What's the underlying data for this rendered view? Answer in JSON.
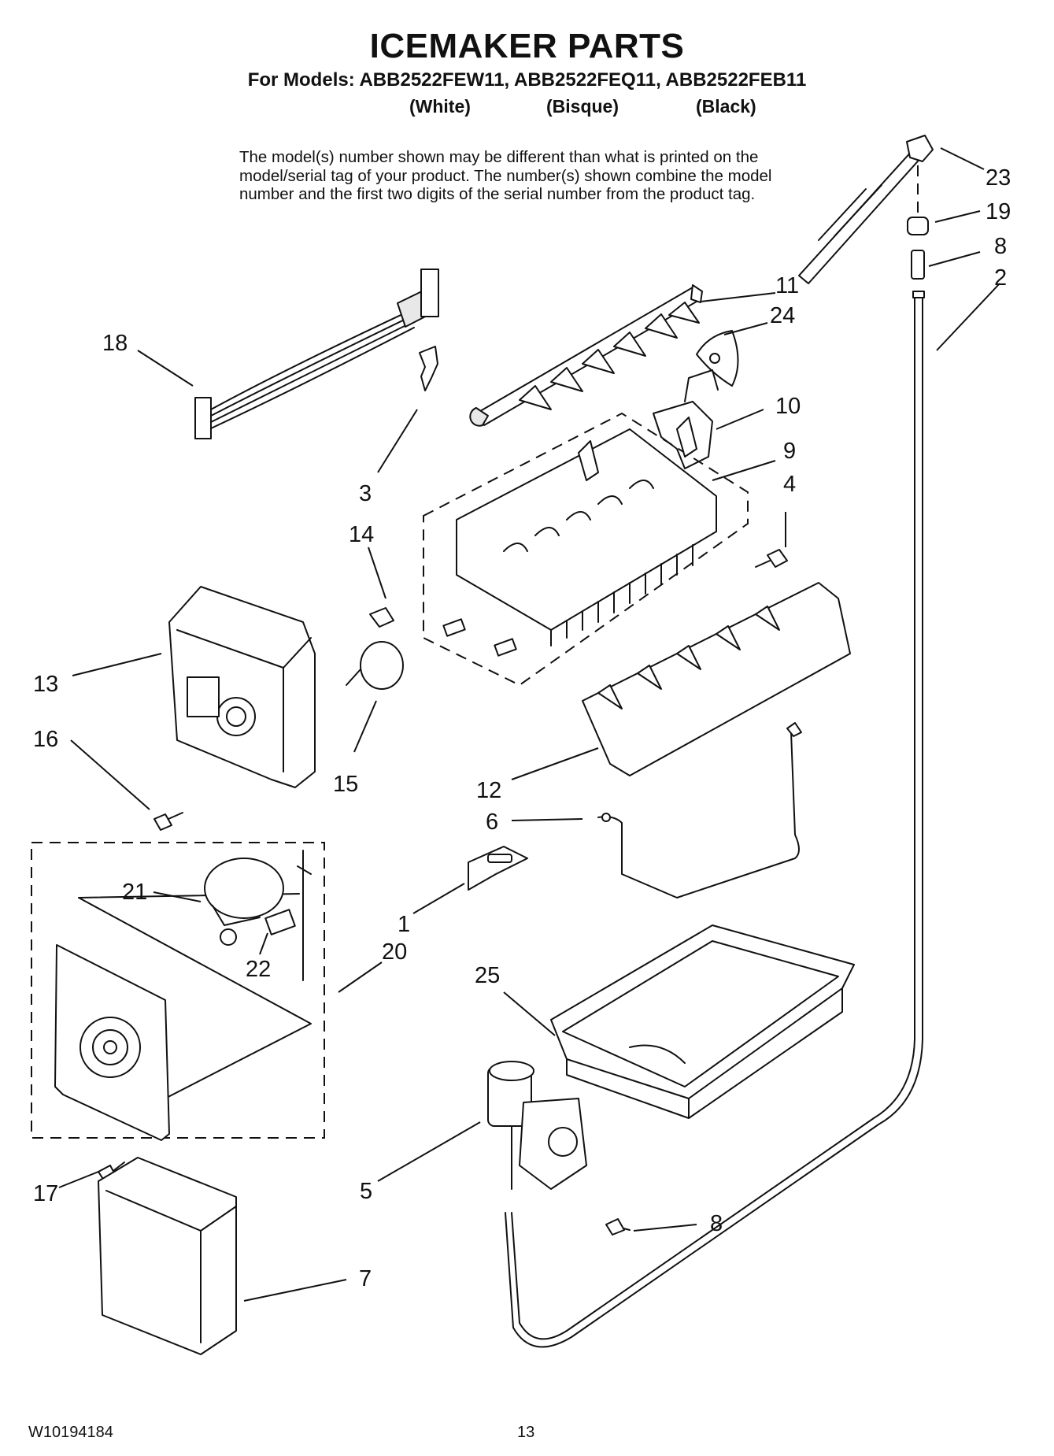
{
  "header": {
    "title": "ICEMAKER PARTS",
    "models": "For Models: ABB2522FEW11, ABB2522FEQ11, ABB2522FEB11",
    "colors": [
      "(White)",
      "(Bisque)",
      "(Black)"
    ]
  },
  "note": {
    "lines": [
      "The model(s) number shown may be different than what is printed on the",
      "model/serial tag of your product. The number(s) shown combine the model",
      "number and the first two digits of the serial number from the product tag."
    ]
  },
  "callouts": [
    "23",
    "19",
    "8",
    "2",
    "11",
    "24",
    "18",
    "10",
    "9",
    "4",
    "3",
    "14",
    "13",
    "15",
    "16",
    "12",
    "6",
    "21",
    "1",
    "22",
    "20",
    "25",
    "5",
    "8",
    "17",
    "7"
  ],
  "footer": {
    "doc_number": "W10194184",
    "page_number": "13"
  }
}
